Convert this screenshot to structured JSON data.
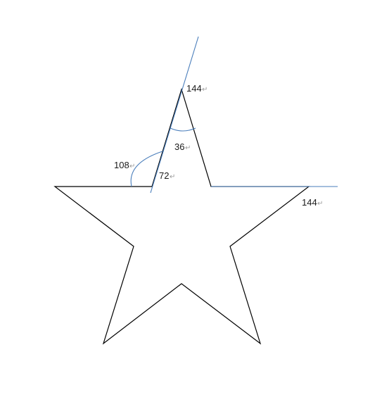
{
  "diagram": {
    "colors": {
      "outline": "#000000",
      "construction": "#4a7ebb",
      "text": "#1a1a1a",
      "return_mark": "#9a9a9a"
    },
    "angle_labels": {
      "top_exterior": "144",
      "top_interior": "36",
      "left_exterior": "108",
      "left_interior": "72",
      "right_exterior": "144"
    },
    "return_mark": "↵"
  }
}
